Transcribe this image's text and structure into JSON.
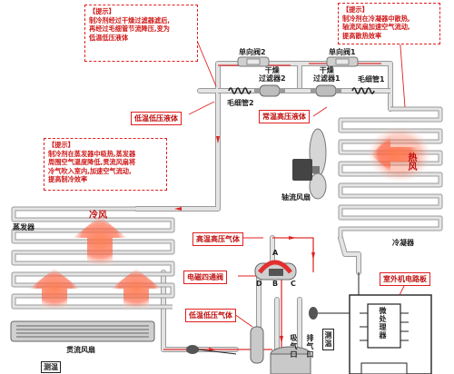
{
  "tips": {
    "top_left": {
      "title": "【提示】",
      "body": "制冷剂经过干燥过滤器滤后,\n再经过毛细管节流降压,变为\n低温低压液体"
    },
    "top_right": {
      "title": "【提示】",
      "body": "制冷剂在冷凝器中散热,\n轴流风扇加速空气流动,\n提高散热效率"
    },
    "middle_left": {
      "title": "【提示】",
      "body": "制冷剂在蒸发器中吸热,蒸发器\n周围空气温度降低,贯流风扇将\n冷气吹入室内,加速空气流动,\n提高制冷效率"
    }
  },
  "callouts": {
    "low_temp_low_pressure_liquid": "低温低压液体",
    "normal_temp_high_pressure_liquid": "常温高压液体",
    "high_temp_high_pressure_gas": "高温高压气体",
    "solenoid_four_way_valve": "电磁四通阀",
    "low_temp_low_pressure_gas": "低温低压气体",
    "outdoor_board": "室外机电路板"
  },
  "labels": {
    "check_valve_2": "单向阀2",
    "check_valve_1": "单向阀1",
    "dryer_filter_2": "干燥\n过滤器2",
    "dryer_filter_1": "干燥\n过滤器1",
    "capillary_2": "毛细管2",
    "capillary_1": "毛细管1",
    "axial_fan": "轴流风扇",
    "evaporator": "蒸发器",
    "condenser": "冷凝器",
    "cross_flow_fan": "贯流风扇",
    "cold_air": "冷风",
    "heat": "热风",
    "port_a": "A",
    "port_b": "B",
    "port_c": "C",
    "port_d": "D",
    "suction_port": "吸气口",
    "discharge_port": "排气口",
    "temp_sensor_1": "测温",
    "temp_sensor_2": "测温",
    "microprocessor": "微处理器"
  },
  "colors": {
    "pipe": "#d8d8d8",
    "pipe_edge": "#9a9a9a",
    "arrow": "#e02020",
    "tip_border": "#e02020"
  }
}
